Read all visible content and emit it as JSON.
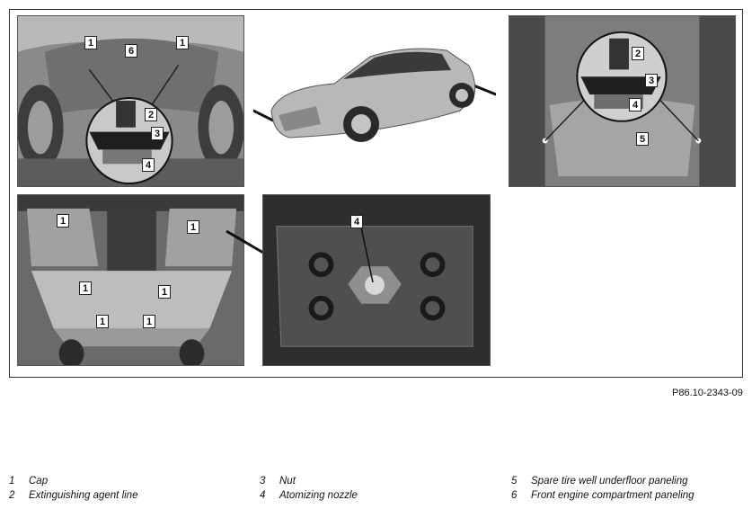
{
  "figure_ref": "P86.10-2343-09",
  "callouts": {
    "one": "1",
    "two": "2",
    "three": "3",
    "four": "4",
    "five": "5",
    "six": "6"
  },
  "legend": [
    {
      "num": "1",
      "text": "Cap"
    },
    {
      "num": "2",
      "text": "Extinguishing agent line"
    },
    {
      "num": "3",
      "text": "Nut"
    },
    {
      "num": "4",
      "text": "Atomizing nozzle"
    },
    {
      "num": "5",
      "text": "Spare tire well underfloor paneling"
    },
    {
      "num": "6",
      "text": "Front engine compartment paneling"
    }
  ]
}
